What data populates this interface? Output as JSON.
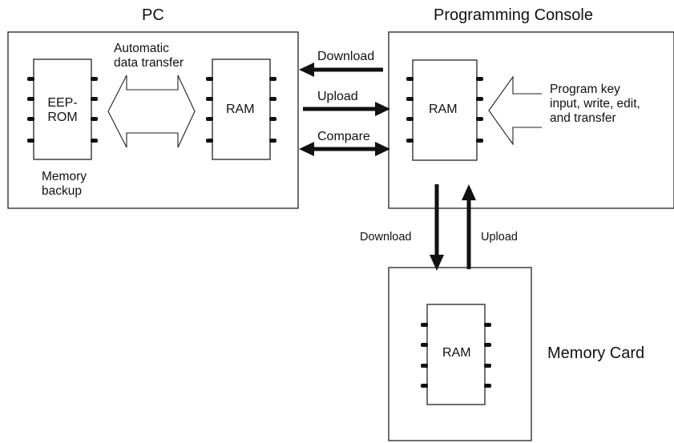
{
  "pc": {
    "title": "PC",
    "eeprom_line1": "EEP-",
    "eeprom_line2": "ROM",
    "ram": "RAM",
    "auto_line1": "Automatic",
    "auto_line2": "data transfer",
    "backup_line1": "Memory",
    "backup_line2": "backup"
  },
  "console": {
    "title": "Programming Console",
    "ram": "RAM",
    "key_line1": "Program key",
    "key_line2": "input, write, edit,",
    "key_line3": "and transfer"
  },
  "card": {
    "title": "Memory Card",
    "ram": "RAM"
  },
  "arrows": {
    "download": "Download",
    "upload": "Upload",
    "compare": "Compare",
    "card_download": "Download",
    "card_upload": "Upload"
  }
}
